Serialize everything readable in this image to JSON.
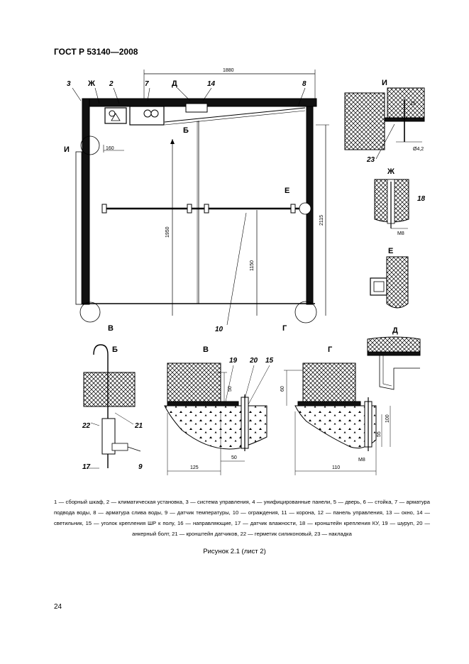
{
  "header": {
    "doc_id": "ГОСТ Р 53140—2008"
  },
  "main_view": {
    "part_labels": {
      "p3": "3",
      "p2": "2",
      "p7": "7",
      "p14": "14",
      "p8": "8",
      "p10": "10"
    },
    "callout_letters": {
      "zh": "Ж",
      "d": "Д",
      "b": "Б",
      "i": "И",
      "e": "Е",
      "v": "В",
      "g": "Г"
    },
    "dimensions": {
      "top_width": "1880",
      "offset": "160",
      "height_inner": "1950",
      "height_total": "2115",
      "rail_height": "1150"
    }
  },
  "detail_I": {
    "title": "И",
    "part": "23",
    "dim_a": "15",
    "dim_b": "Ø4,2"
  },
  "detail_Zh": {
    "title": "Ж",
    "part": "18",
    "dim": "М8"
  },
  "detail_E": {
    "title": "Е"
  },
  "detail_D": {
    "title": "Д"
  },
  "detail_B": {
    "title": "Б",
    "parts": [
      "22",
      "21",
      "17",
      "9"
    ]
  },
  "detail_V": {
    "title": "В",
    "parts": [
      "19",
      "20",
      "15"
    ],
    "dims": {
      "h": "50",
      "w": "125",
      "w2": "50"
    }
  },
  "detail_G": {
    "title": "Г",
    "dims": {
      "h": "60",
      "h2": "100",
      "h3": "55",
      "w": "110",
      "bolt": "М8"
    }
  },
  "legend": "1 — сборный шкаф, 2 — климатическая установка, 3 — система управления, 4 — унифицированные панели, 5 — дверь, 6 — стойка, 7 — арматура подвода воды, 8 — арматура слива воды, 9 — датчик температуры, 10 — ограждения, 11 — корона, 12 — панель управления, 13 — окно, 14 — светильник, 15 — уголок крепления ШР к полу, 16 — направляющие, 17 — датчик влажности, 18 — кронштейн крепления КУ, 19 — шуруп, 20 — анкерный болт, 21 — кронштейн датчиков, 22 — герметик силиконовый, 23 — накладка",
  "figure_title": "Рисунок 2.1 (лист 2)",
  "page_number": "24"
}
